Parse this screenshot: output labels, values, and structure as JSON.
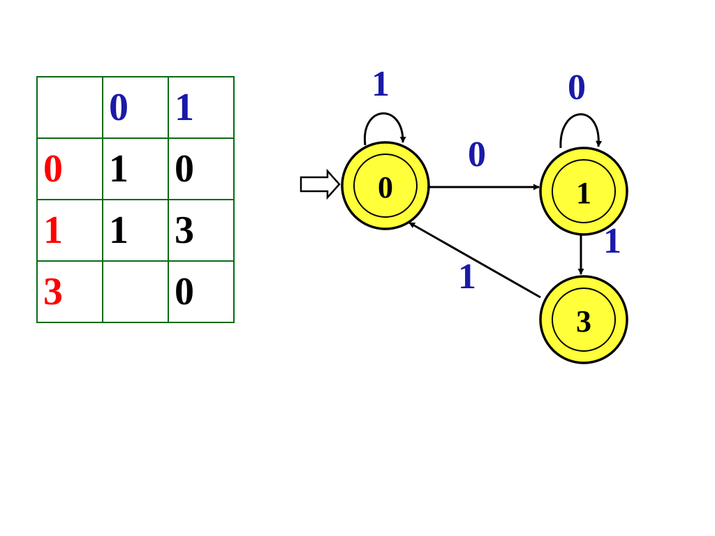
{
  "table": {
    "header": [
      "",
      "0",
      "1"
    ],
    "rows": [
      {
        "state": "0",
        "cells": [
          "1",
          "0"
        ]
      },
      {
        "state": "1",
        "cells": [
          "1",
          "3"
        ]
      },
      {
        "state": "3",
        "cells": [
          "",
          "0"
        ]
      }
    ]
  },
  "diagram": {
    "states": [
      {
        "id": "s0",
        "label": "0",
        "start": true,
        "accepting": true
      },
      {
        "id": "s1",
        "label": "1",
        "start": false,
        "accepting": true
      },
      {
        "id": "s3",
        "label": "3",
        "start": false,
        "accepting": true
      }
    ],
    "transitions": [
      {
        "from": "0",
        "to": "0",
        "symbol": "1"
      },
      {
        "from": "0",
        "to": "1",
        "symbol": "0"
      },
      {
        "from": "1",
        "to": "1",
        "symbol": "0"
      },
      {
        "from": "1",
        "to": "3",
        "symbol": "1"
      },
      {
        "from": "3",
        "to": "0",
        "symbol": "1"
      }
    ]
  },
  "colors": {
    "state_fill": "#ffff3a",
    "symbol": "#1a1aa8",
    "row_header": "#ff0000",
    "table_border": "#0a6a14"
  }
}
